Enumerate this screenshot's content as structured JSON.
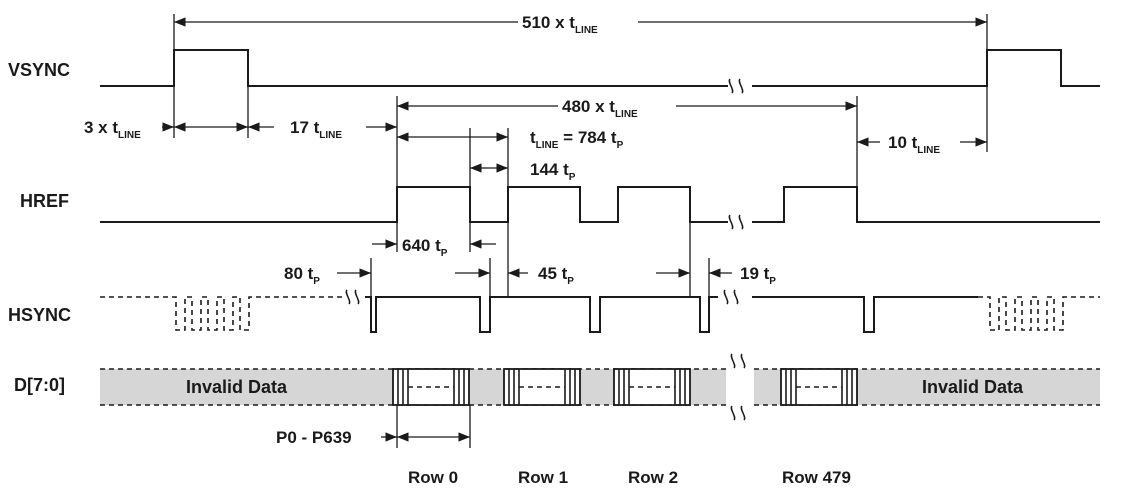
{
  "signals": {
    "vsync": "VSYNC",
    "href": "HREF",
    "hsync": "HSYNC",
    "data": "D[7:0]"
  },
  "annotations": {
    "frame_period": {
      "text": "510 x t",
      "sub": "LINE"
    },
    "vsync_pulse": {
      "text": "3 x t",
      "sub": "LINE"
    },
    "back_porch": {
      "text": "17 t",
      "sub": "LINE"
    },
    "active_lines": {
      "text": "480 x t",
      "sub": "LINE"
    },
    "line_period": {
      "text": "t",
      "sub": "LINE",
      "text2": " = 784 t",
      "sub2": "P"
    },
    "front_porch": {
      "text": "10 t",
      "sub": "LINE"
    },
    "href_low": {
      "text": "144 t",
      "sub": "P"
    },
    "href_high": {
      "text": "640 t",
      "sub": "P"
    },
    "hsync_to_href": {
      "text": "80 t",
      "sub": "P"
    },
    "hsync_back": {
      "text": "45 t",
      "sub": "P"
    },
    "hsync_pulse": {
      "text": "19 t",
      "sub": "P"
    },
    "pixels": "P0 - P639"
  },
  "data_labels": {
    "invalid_left": "Invalid Data",
    "invalid_right": "Invalid Data"
  },
  "rows": [
    "Row 0",
    "Row 1",
    "Row 2",
    "Row 479"
  ],
  "colors": {
    "line": "#1a1a1a",
    "data_fill": "#d6d6d6",
    "background": "#ffffff"
  }
}
